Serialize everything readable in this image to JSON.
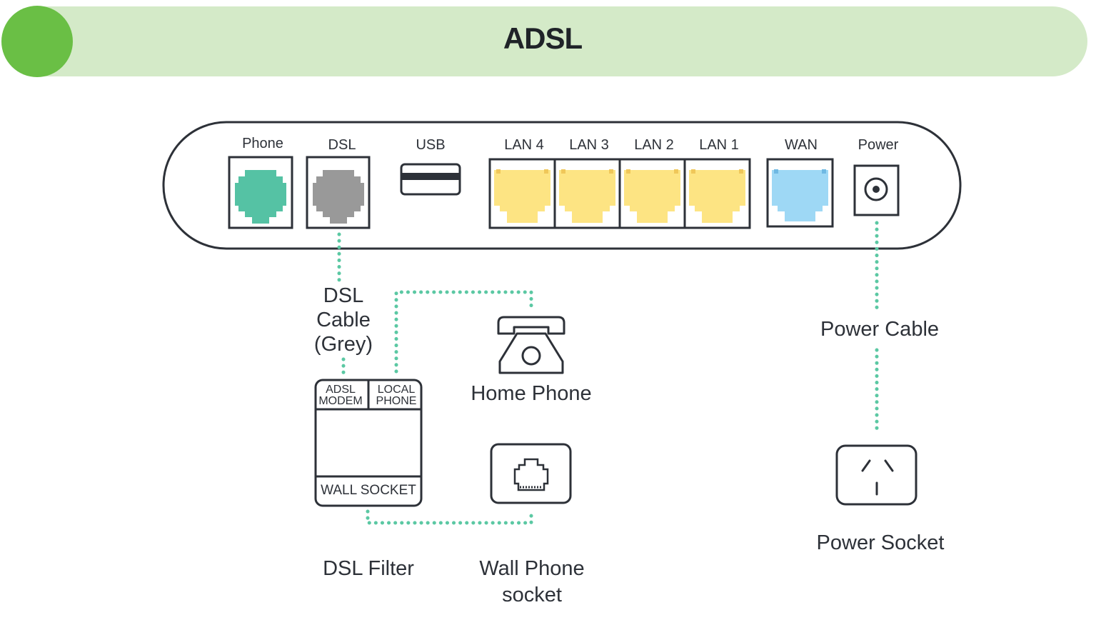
{
  "title": "ADSL",
  "colors": {
    "banner_bg": "#d4eac8",
    "banner_circle": "#6abf45",
    "outline": "#2d3138",
    "phone_port": "#55c2a4",
    "dsl_port": "#999999",
    "lan_port": "#fde483",
    "wan_port": "#9ed8f5",
    "cable_dots": "#5bc8a3"
  },
  "router": {
    "ports": {
      "phone": "Phone",
      "dsl": "DSL",
      "usb": "USB",
      "lan4": "LAN 4",
      "lan3": "LAN 3",
      "lan2": "LAN 2",
      "lan1": "LAN 1",
      "wan": "WAN",
      "power": "Power"
    }
  },
  "labels": {
    "dsl_cable": [
      "DSL",
      "Cable",
      "(Grey)"
    ],
    "home_phone": "Home Phone",
    "power_cable": "Power Cable",
    "dsl_filter": "DSL Filter",
    "wall_phone_socket": [
      "Wall Phone",
      "socket"
    ],
    "power_socket": "Power Socket"
  },
  "filter": {
    "adsl_modem": [
      "ADSL",
      "MODEM"
    ],
    "local_phone": [
      "LOCAL",
      "PHONE"
    ],
    "wall_socket": "WALL SOCKET"
  },
  "icons": {
    "home_phone": "telephone-icon",
    "wall_phone_socket": "rj11-socket-icon",
    "power_socket": "power-outlet-icon",
    "power_port": "dc-jack-icon",
    "usb_port": "usb-port-icon"
  }
}
